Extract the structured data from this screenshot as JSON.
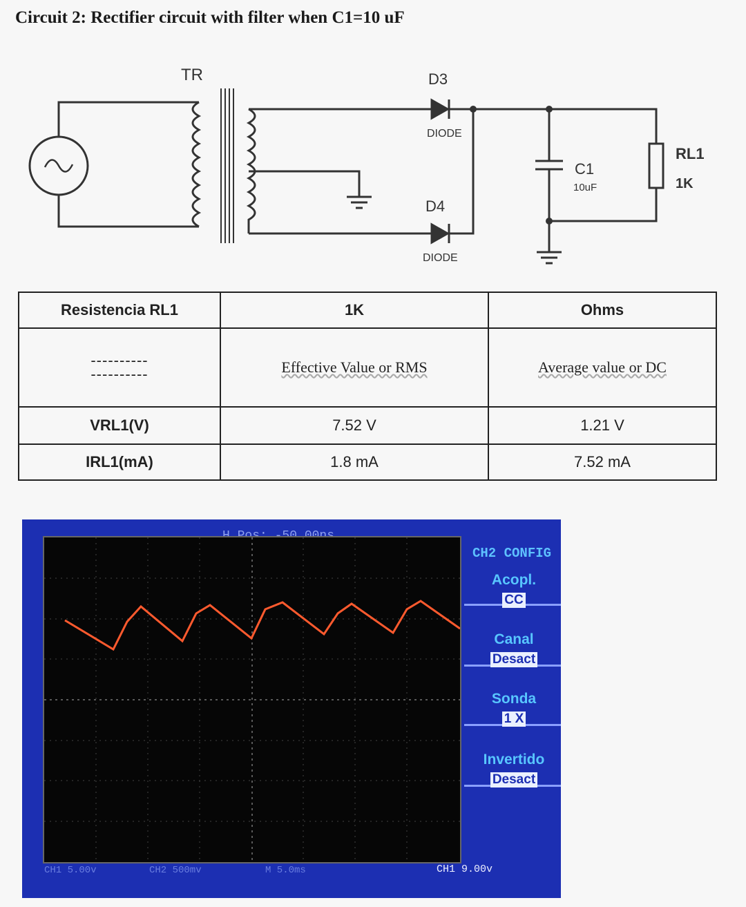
{
  "title": "Circuit 2: Rectifier circuit with filter when C1=10 uF",
  "circuit": {
    "transformer": "TR",
    "diode_top": {
      "name": "D3",
      "type": "DIODE"
    },
    "diode_bottom": {
      "name": "D4",
      "type": "DIODE"
    },
    "capacitor": {
      "name": "C1",
      "value": "10uF"
    },
    "resistor": {
      "name": "RL1",
      "value": "1K"
    }
  },
  "table": {
    "header": [
      "Resistencia RL1",
      "1K",
      "Ohms"
    ],
    "subheader": [
      "----------",
      "Effective Value or RMS",
      "Average value or DC"
    ],
    "rows": [
      {
        "label": "VRL1(V)",
        "rms": "7.52 V",
        "dc": "1.21 V"
      },
      {
        "label": "IRL1(mA)",
        "rms": "1.8 mA",
        "dc": "7.52 mA"
      }
    ]
  },
  "scope": {
    "hpos": "H Pos: -50.00ns",
    "panel_title": "CH2 CONFIG",
    "acopl_label": "Acopl.",
    "acopl_value": "CC",
    "canal_label": "Canal",
    "canal_value": "Desact",
    "sonda_label": "Sonda",
    "sonda_value": "1 X",
    "invertido_label": "Invertido",
    "invertido_value": "Desact",
    "ch1_scale": "CH1 5.00v",
    "ch2_scale": "CH2 500mv",
    "time_scale": "M 5.0ms",
    "trigger": "CH1 9.00v",
    "trace_color": "#ff5a2e",
    "screen_color": "#060606",
    "panel_color": "#1c2fb2"
  }
}
